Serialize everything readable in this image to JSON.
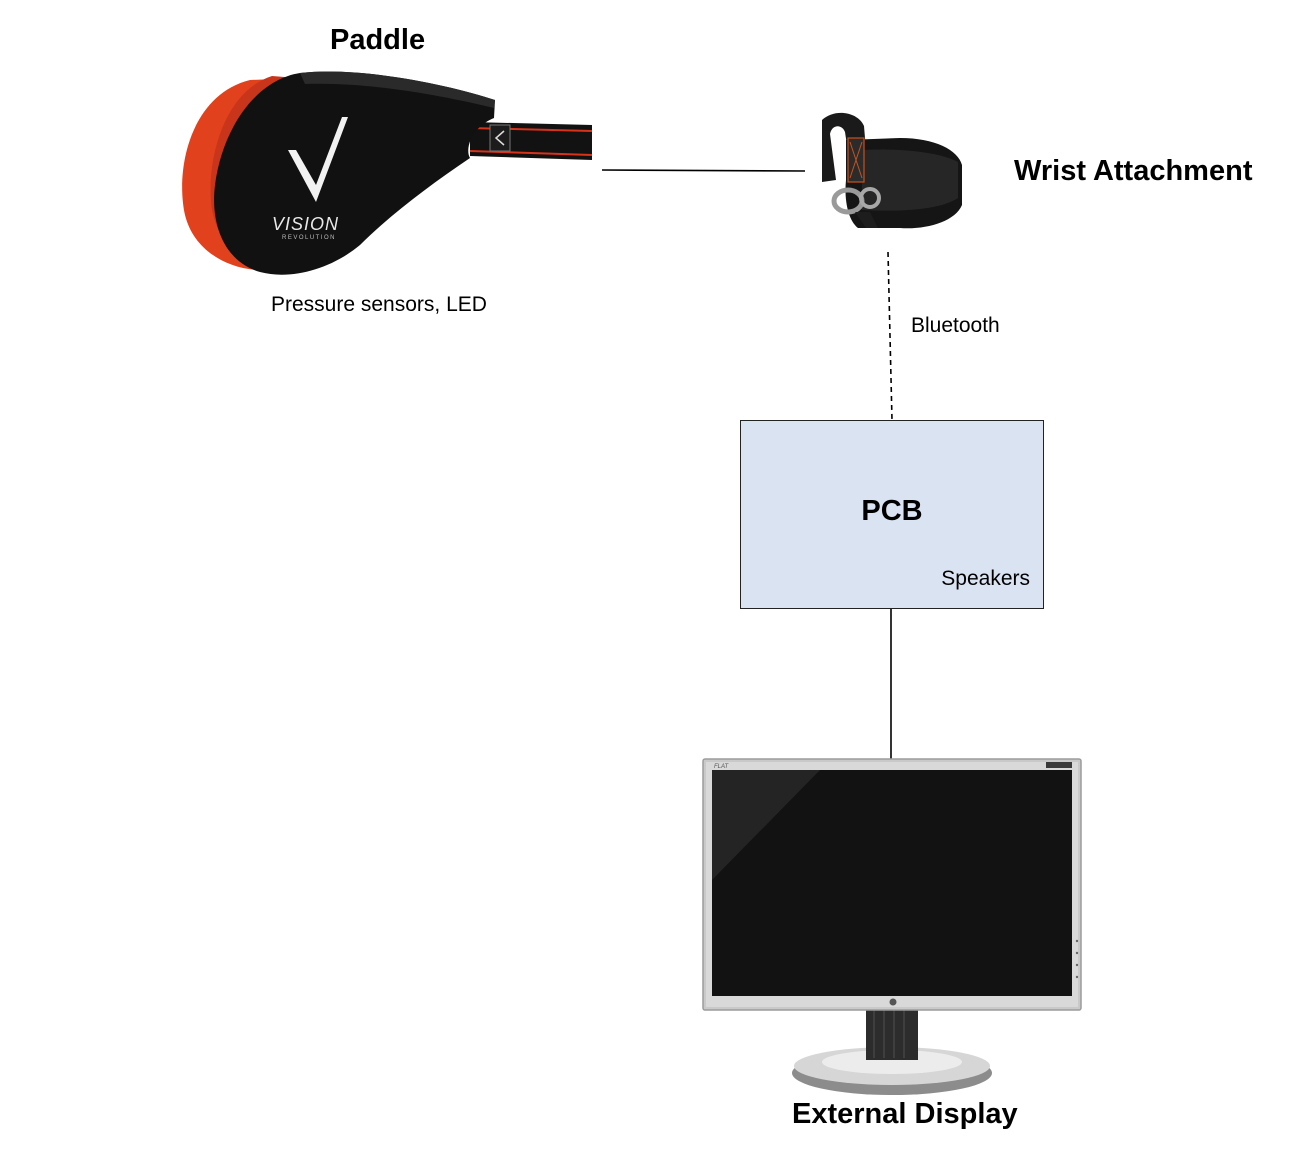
{
  "nodes": {
    "paddle": {
      "title": "Paddle",
      "note": "Pressure sensors, LED",
      "brand_text": "VISION",
      "brand_subtext": "REVOLUTION"
    },
    "wrist": {
      "title": "Wrist Attachment"
    },
    "pcb": {
      "title": "PCB",
      "note": "Speakers"
    },
    "display": {
      "title": "External Display",
      "bezel_text": "FLAT"
    }
  },
  "edges": {
    "bluetooth": {
      "label": "Bluetooth"
    }
  },
  "colors": {
    "pcb_fill": "#dae3f2",
    "paddle_red": "#e2411d",
    "paddle_black": "#111111",
    "monitor_silver": "#c9c9c9"
  },
  "icons": {
    "paddle": "kick-paddle-image",
    "wrist": "wrist-strap-image",
    "display": "monitor-image"
  }
}
